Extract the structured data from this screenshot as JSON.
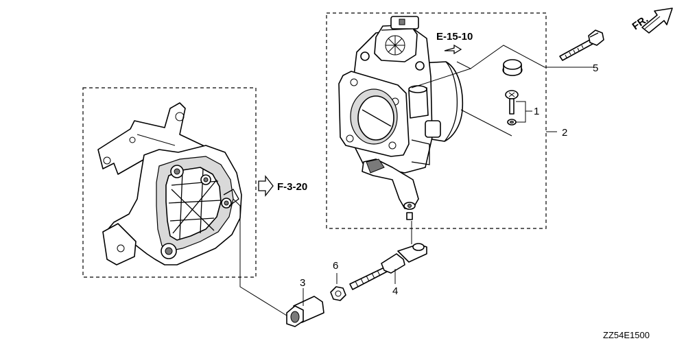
{
  "diagram": {
    "references": {
      "e_ref": "E-15-10",
      "f_ref": "F-3-20",
      "front": "FR."
    },
    "callouts": [
      "1",
      "2",
      "3",
      "4",
      "5",
      "6"
    ],
    "drawing_code": "ZZ54E1500"
  }
}
